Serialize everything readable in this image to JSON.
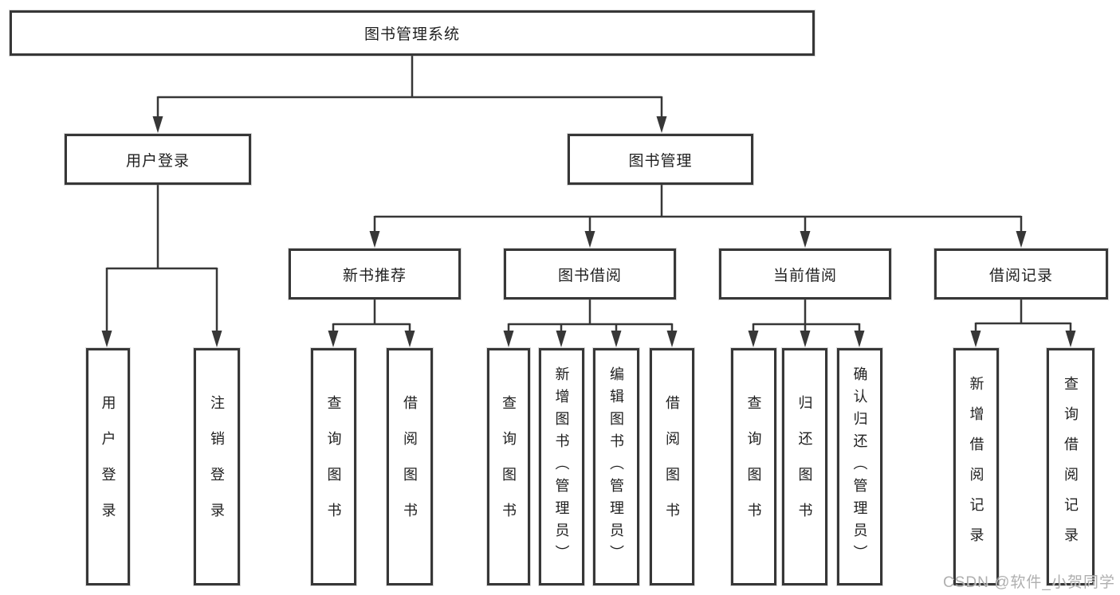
{
  "tree": {
    "label": "图书管理系统",
    "children": [
      {
        "label": "用户登录",
        "children": [
          {
            "label": "用户登录"
          },
          {
            "label": "注销登录"
          }
        ]
      },
      {
        "label": "图书管理",
        "children": [
          {
            "label": "新书推荐",
            "children": [
              {
                "label": "查询图书"
              },
              {
                "label": "借阅图书"
              }
            ]
          },
          {
            "label": "图书借阅",
            "children": [
              {
                "label": "查询图书"
              },
              {
                "label": "新增图书（管理员）"
              },
              {
                "label": "编辑图书（管理员）"
              },
              {
                "label": "借阅图书"
              }
            ]
          },
          {
            "label": "当前借阅",
            "children": [
              {
                "label": "查询图书"
              },
              {
                "label": "归还图书"
              },
              {
                "label": "确认归还（管理员）"
              }
            ]
          },
          {
            "label": "借阅记录",
            "children": [
              {
                "label": "新增借阅记录"
              },
              {
                "label": "查询借阅记录"
              }
            ]
          }
        ]
      }
    ]
  },
  "watermark": {
    "text": "CSDN @软件_小贺同学"
  },
  "colors": {
    "line": "#373737",
    "box_border": "#373737",
    "text": "#1f1f1f",
    "watermark": "#9e9e9e",
    "background": "#ffffff"
  }
}
